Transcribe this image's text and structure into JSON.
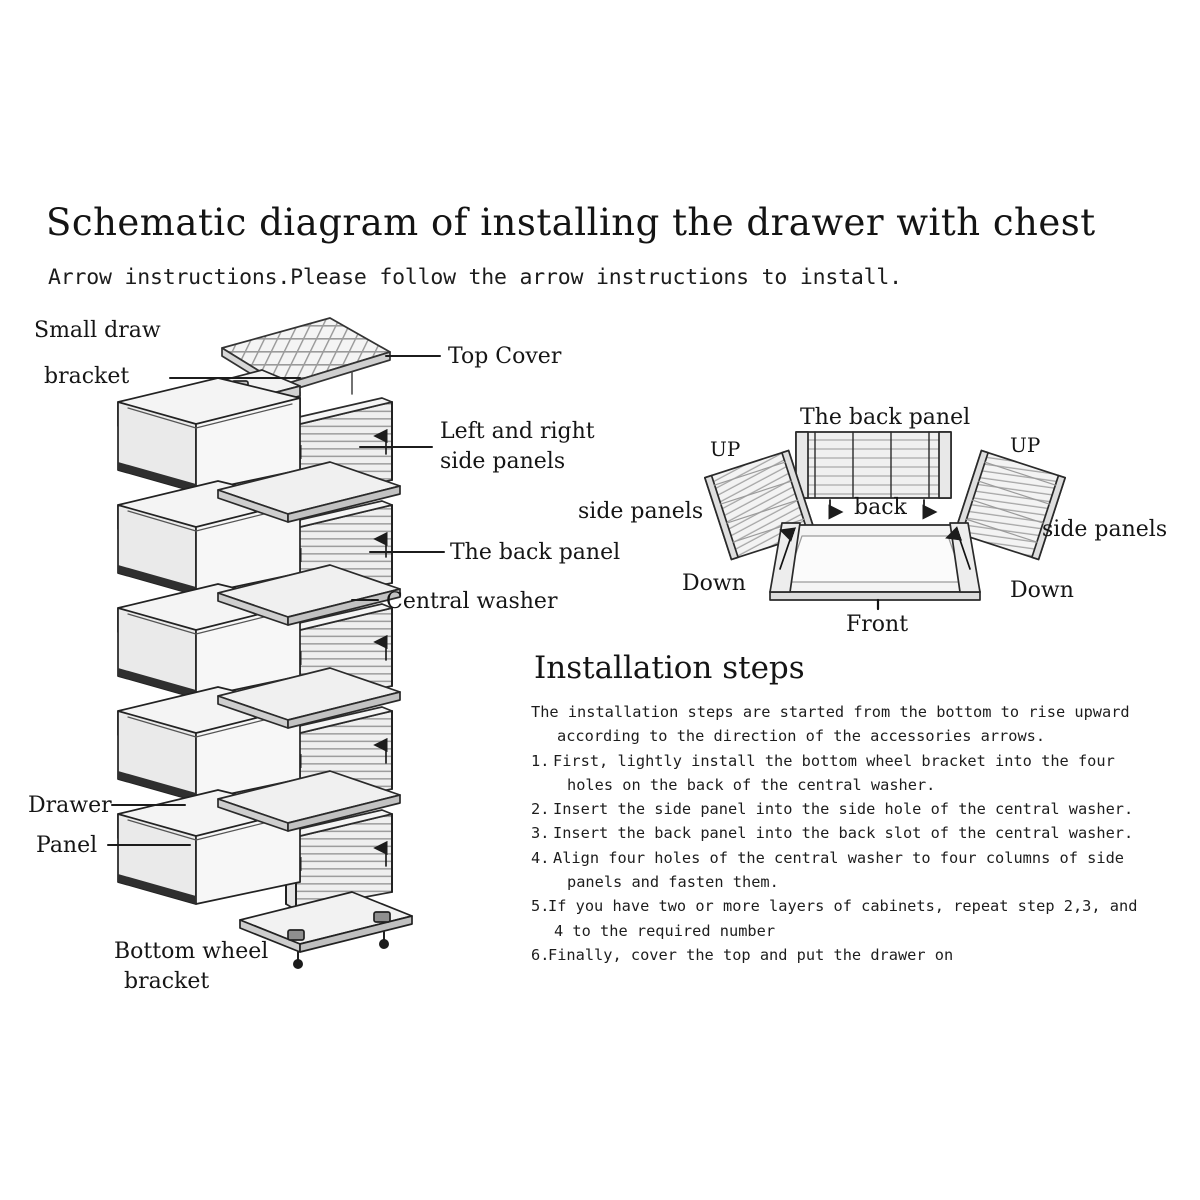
{
  "heading": {
    "title": "Schematic diagram of installing the drawer with chest",
    "subtitle": "Arrow instructions.Please follow the arrow instructions to install."
  },
  "exploded_view_labels": {
    "small_draw_bracket_line1": "Small draw",
    "small_draw_bracket_line2": "bracket",
    "top_cover": "Top Cover",
    "side_panels_line1": "Left and right",
    "side_panels_line2": "side panels",
    "back_panel": "The back panel",
    "central_washer": "Central washer",
    "drawer": "Drawer",
    "panel": "Panel",
    "bottom_wheel_line1": "Bottom wheel",
    "bottom_wheel_line2": "bracket"
  },
  "assembly_view_labels": {
    "back_panel": "The back panel",
    "up_left": "UP",
    "up_right": "UP",
    "side_panels_left": "side panels",
    "side_panels_right": "side panels",
    "back": "back",
    "down_left": "Down",
    "down_right": "Down",
    "front": "Front"
  },
  "installation": {
    "title": "Installation steps",
    "intro_line1": "The installation steps are started from the bottom to rise upward",
    "intro_line2": "according to the direction of the accessories arrows.",
    "steps": [
      {
        "num": "1.",
        "line1": "First, lightly install the bottom wheel bracket into the four",
        "line2": "holes on the back of the central washer."
      },
      {
        "num": "2.",
        "line1": "Insert the side panel into the side hole of the central washer.",
        "line2": ""
      },
      {
        "num": "3.",
        "line1": "Insert the back panel into the back slot of the central washer.",
        "line2": ""
      },
      {
        "num": "4.",
        "line1": "Align four holes of the central washer to four columns of side",
        "line2": "panels and fasten them."
      },
      {
        "num": "5.",
        "line1": "If you have two or more layers of cabinets, repeat step 2,3, and",
        "line2": "4 to the required number"
      },
      {
        "num": "6.",
        "line1": "Finally, cover the top and put the drawer on",
        "line2": ""
      }
    ]
  },
  "colors": {
    "background": "#ffffff",
    "ink": "#1a1a1a",
    "fill_light": "#f2f2f2",
    "fill_mid": "#e2e2e2",
    "fill_dark": "#c9c9c9",
    "shadow": "#2b2b2b"
  }
}
